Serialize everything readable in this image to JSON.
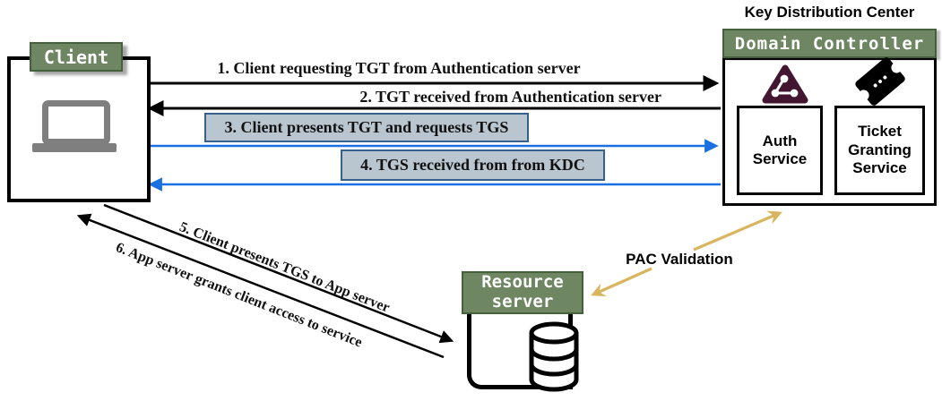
{
  "kdc": {
    "title": "Key Distribution Center",
    "header": "Domain Controller",
    "auth_service": "Auth Service",
    "tgs_service": "Ticket Granting Service"
  },
  "client": {
    "label": "Client"
  },
  "resource": {
    "label": "Resource server"
  },
  "steps": {
    "s1": "1. Client requesting TGT from Authentication server",
    "s2": "2. TGT received from Authentication server",
    "s3": "3. Client presents TGT and requests TGS",
    "s4": "4. TGS received from from KDC",
    "s5": "5. Client presents TGS to App server",
    "s6": "6. App server grants client access to service"
  },
  "pac": {
    "label": "PAC Validation"
  },
  "icons": {
    "client": "laptop-icon",
    "auth": "network-triangle-icon",
    "tgs": "ticket-icon",
    "resource": "database-icon"
  },
  "colors": {
    "green_fill": "#6e8662",
    "green_border": "#44613c",
    "blue_arrow": "#1a70e0",
    "label_box_fill": "#b9c6d0",
    "label_box_border": "#36618c",
    "gold": "#d9b55f",
    "maroon": "#421631",
    "black": "#000000",
    "gray": "#7f7f7f"
  }
}
